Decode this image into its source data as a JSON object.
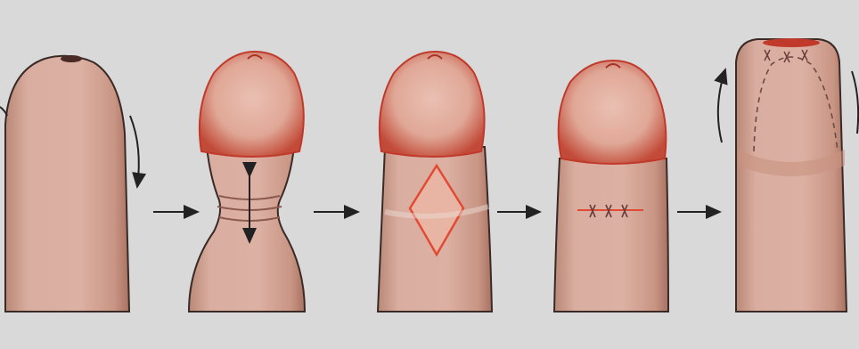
{
  "figure": {
    "steps": [
      {
        "name": "step-1-uncircumcised"
      },
      {
        "name": "step-2-phimotic-ring"
      },
      {
        "name": "step-3-diamond-incision"
      },
      {
        "name": "step-4-transverse-sutures"
      },
      {
        "name": "step-5-foreskin-advanced"
      }
    ],
    "colors": {
      "background": "#d9d9d9",
      "skin": "#d7aa9c",
      "skin_shadow": "#b98877",
      "glans": "#e2a99a",
      "glans_edge": "#c0392b",
      "outline": "#3a2a26",
      "arrow": "#222222",
      "incision": "#e24a33",
      "suture": "#6a3b3b"
    },
    "icons": [
      "arrow-right-icon",
      "double-arrow-vertical-icon",
      "curved-arrow-icon"
    ]
  }
}
